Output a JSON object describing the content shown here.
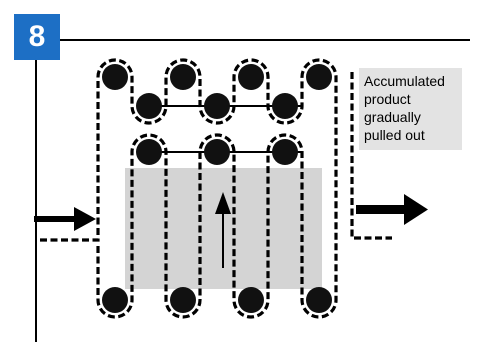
{
  "step": {
    "number": "8"
  },
  "caption": {
    "lines": [
      "Accumulated",
      "product",
      "gradually",
      "pulled out"
    ]
  },
  "colors": {
    "badge": "#1d6fc5",
    "caption_bg": "#e3e3e3",
    "accumulation_zone": "#d4d4d4",
    "roller": "#111111",
    "path": "#000000"
  },
  "icons": {
    "infeed_arrow": "arrow-right-icon",
    "outfeed_arrow": "arrow-right-icon",
    "pull_direction": "arrow-up-icon"
  }
}
